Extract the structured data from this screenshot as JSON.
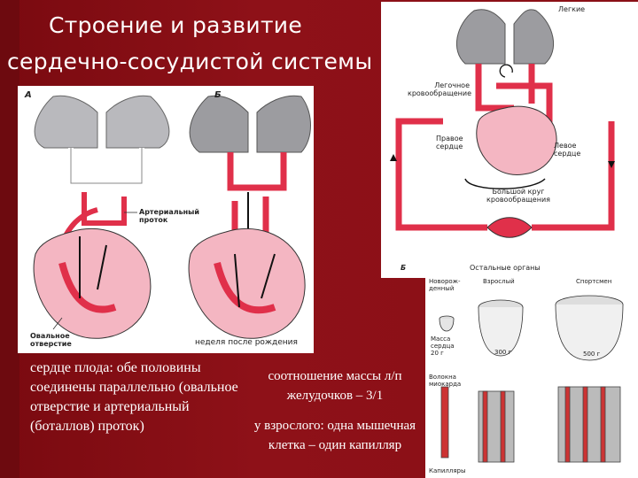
{
  "slide": {
    "title_line1": "Строение и развитие",
    "title_line2": "сердечно-сосудистой системы"
  },
  "diagram_left": {
    "label_a": "А",
    "label_b": "Б",
    "arterial_duct": "Артериальный проток",
    "oval_foramen": "Овальное отверстие",
    "week_after_birth": "неделя после рождения"
  },
  "diagram_circulation": {
    "lungs": "Легкие",
    "pulmonary_circulation": "Легочное кровообращение",
    "right_heart": "Правое сердце",
    "left_heart": "Левое сердце",
    "systemic_circulation": "Большой круг кровообращения",
    "other_organs": "Остальные органы",
    "label_b": "Б"
  },
  "diagram_growth": {
    "newborn": "Новорож- денный",
    "adult": "Взрослый",
    "athlete": "Спортсмен",
    "heart_mass": "Масса сердца 20 г",
    "mass_adult": "300 г",
    "mass_athlete": "500 г",
    "myocardium_fibers": "Волокна миокарда",
    "capillaries": "Капилляры"
  },
  "captions": {
    "fetal_heart": "сердце плода: обе половины соединены параллельно (овальное отверстие и артериальный (боталлов) проток)",
    "mass_ratio": "соотношение массы л/п желудочков – 3/1",
    "adult_cells": "у взрослого: одна мышечная клетка – один капилляр"
  },
  "colors": {
    "background": "#8a0e14",
    "vessel_red": "#e0304a",
    "heart_pink": "#f4b6c2",
    "lung_gray": "#9c9ca0"
  }
}
